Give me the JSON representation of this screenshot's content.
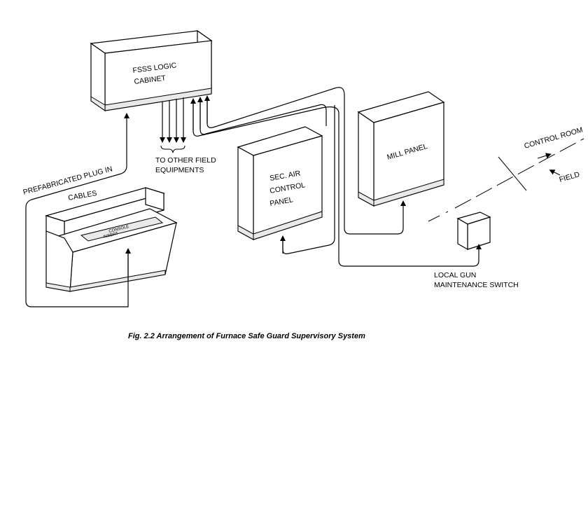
{
  "labels": {
    "fsss_line1": "FSSS LOGIC",
    "fsss_line2": "CABINET",
    "to_other_line1": "TO OTHER FIELD",
    "to_other_line2": "EQUIPMENTS",
    "prefab_line1": "PREFABRICATED PLUG IN",
    "prefab_line2": "CABLES",
    "console_line1": "CONSOLE",
    "console_line2": "INSERT",
    "sec_air_line1": "SEC.  AIR",
    "sec_air_line2": "CONTROL",
    "sec_air_line3": "PANEL",
    "mill_panel": "MILL PANEL",
    "control_room": "CONTROL ROOM",
    "field": "FIELD",
    "gun_line1": "LOCAL GUN",
    "gun_line2": "MAINTENANCE SWITCH"
  },
  "caption": "Fig.  2.2  Arrangement of Furnace Safe Guard Supervisory System"
}
